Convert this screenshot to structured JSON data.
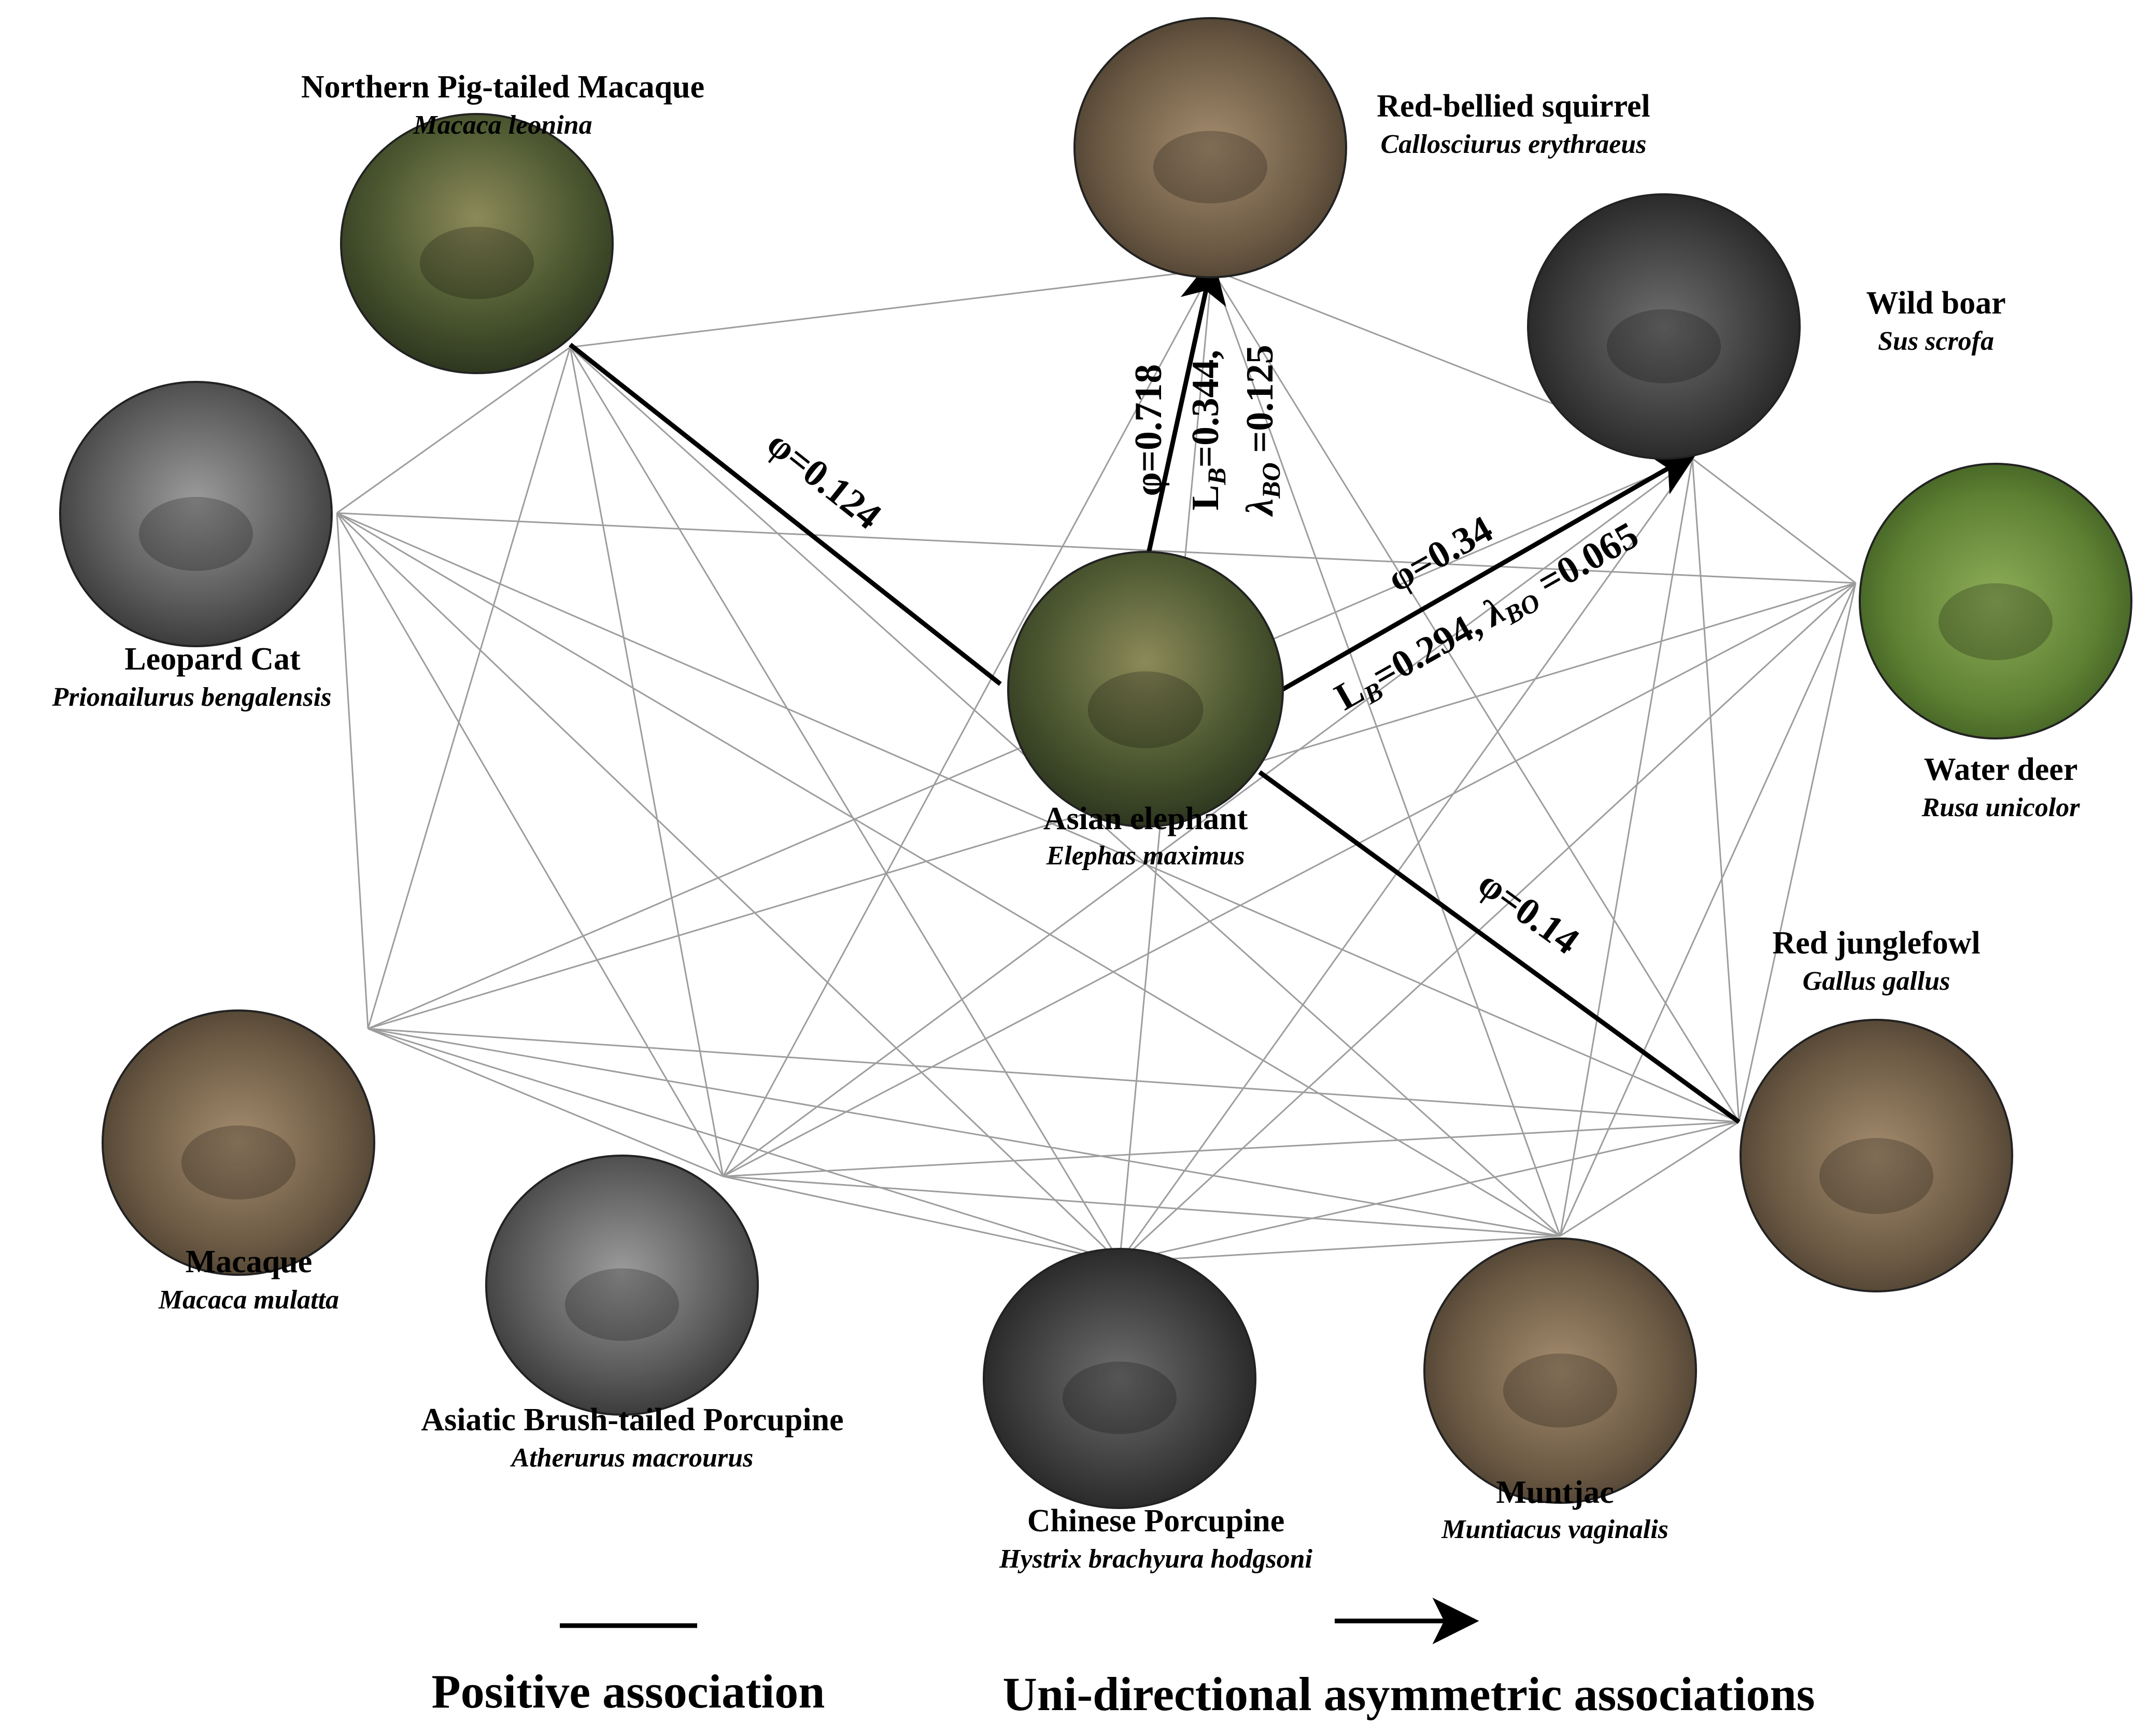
{
  "colors": {
    "positive_edge": "#9d9d9d",
    "association_edge": "#000000",
    "node_border": "#222222"
  },
  "species": [
    {
      "id": "northern_pigtailed_macaque",
      "common": "Northern Pig-tailed Macaque",
      "sci": "Macaca leonina"
    },
    {
      "id": "red_bellied_squirrel",
      "common": "Red-bellied squirrel",
      "sci": "Callosciurus erythraeus"
    },
    {
      "id": "wild_boar",
      "common": "Wild boar",
      "sci": "Sus scrofa"
    },
    {
      "id": "leopard_cat",
      "common": "Leopard Cat",
      "sci": "Prionailurus bengalensis"
    },
    {
      "id": "asian_elephant",
      "common": "Asian elephant",
      "sci": "Elephas maximus"
    },
    {
      "id": "water_deer",
      "common": "Water deer",
      "sci": "Rusa unicolor"
    },
    {
      "id": "red_junglefowl",
      "common": "Red junglefowl",
      "sci": "Gallus gallus"
    },
    {
      "id": "macaque",
      "common": "Macaque",
      "sci": "Macaca mulatta"
    },
    {
      "id": "asiatic_brush_tailed_porcupine",
      "common": "Asiatic Brush-tailed Porcupine",
      "sci": "Atherurus macrourus"
    },
    {
      "id": "chinese_porcupine",
      "common": "Chinese Porcupine",
      "sci": "Hystrix brachyura hodgsoni"
    },
    {
      "id": "muntjac",
      "common": "Muntjac",
      "sci": "Muntiacus vaginalis"
    }
  ],
  "associations": [
    {
      "from": "asian_elephant",
      "to": "northern_pigtailed_macaque",
      "phi": "φ=0.124"
    },
    {
      "from": "asian_elephant",
      "to": "red_bellied_squirrel",
      "phi": "φ=0.718",
      "lb": "L",
      "lb_sub": "B",
      "lb_val": "=0.344,",
      "lbo": "λ",
      "lbo_sub": "BO",
      "lbo_val": " =0.125"
    },
    {
      "from": "asian_elephant",
      "to": "wild_boar",
      "phi": "φ=0.34",
      "lb": "L",
      "lb_sub": "B",
      "lb_val": "=0.294, ",
      "lbo": "λ",
      "lbo_sub": "BO",
      "lbo_val": " =0.065"
    },
    {
      "from": "asian_elephant",
      "to": "red_junglefowl",
      "phi": "φ=0.14"
    }
  ],
  "positive_associations": [
    [
      "northern_pigtailed_macaque",
      "red_bellied_squirrel"
    ],
    [
      "northern_pigtailed_macaque",
      "macaque"
    ],
    [
      "northern_pigtailed_macaque",
      "asiatic_brush_tailed_porcupine"
    ],
    [
      "northern_pigtailed_macaque",
      "chinese_porcupine"
    ],
    [
      "northern_pigtailed_macaque",
      "muntjac"
    ],
    [
      "northern_pigtailed_macaque",
      "leopard_cat"
    ],
    [
      "red_bellied_squirrel",
      "wild_boar"
    ],
    [
      "red_bellied_squirrel",
      "muntjac"
    ],
    [
      "red_bellied_squirrel",
      "red_junglefowl"
    ],
    [
      "red_bellied_squirrel",
      "asiatic_brush_tailed_porcupine"
    ],
    [
      "red_bellied_squirrel",
      "chinese_porcupine"
    ],
    [
      "wild_boar",
      "water_deer"
    ],
    [
      "wild_boar",
      "red_junglefowl"
    ],
    [
      "wild_boar",
      "muntjac"
    ],
    [
      "wild_boar",
      "asiatic_brush_tailed_porcupine"
    ],
    [
      "wild_boar",
      "chinese_porcupine"
    ],
    [
      "wild_boar",
      "macaque"
    ],
    [
      "leopard_cat",
      "macaque"
    ],
    [
      "leopard_cat",
      "asiatic_brush_tailed_porcupine"
    ],
    [
      "leopard_cat",
      "chinese_porcupine"
    ],
    [
      "leopard_cat",
      "muntjac"
    ],
    [
      "leopard_cat",
      "red_junglefowl"
    ],
    [
      "leopard_cat",
      "water_deer"
    ],
    [
      "water_deer",
      "red_junglefowl"
    ],
    [
      "water_deer",
      "muntjac"
    ],
    [
      "water_deer",
      "chinese_porcupine"
    ],
    [
      "water_deer",
      "asiatic_brush_tailed_porcupine"
    ],
    [
      "water_deer",
      "macaque"
    ],
    [
      "red_junglefowl",
      "muntjac"
    ],
    [
      "red_junglefowl",
      "chinese_porcupine"
    ],
    [
      "red_junglefowl",
      "asiatic_brush_tailed_porcupine"
    ],
    [
      "red_junglefowl",
      "macaque"
    ],
    [
      "macaque",
      "asiatic_brush_tailed_porcupine"
    ],
    [
      "macaque",
      "chinese_porcupine"
    ],
    [
      "macaque",
      "muntjac"
    ],
    [
      "asiatic_brush_tailed_porcupine",
      "chinese_porcupine"
    ],
    [
      "asiatic_brush_tailed_porcupine",
      "muntjac"
    ],
    [
      "chinese_porcupine",
      "muntjac"
    ]
  ],
  "legend": {
    "positive": "Positive association",
    "directional": "Uni-directional asymmetric associations"
  }
}
